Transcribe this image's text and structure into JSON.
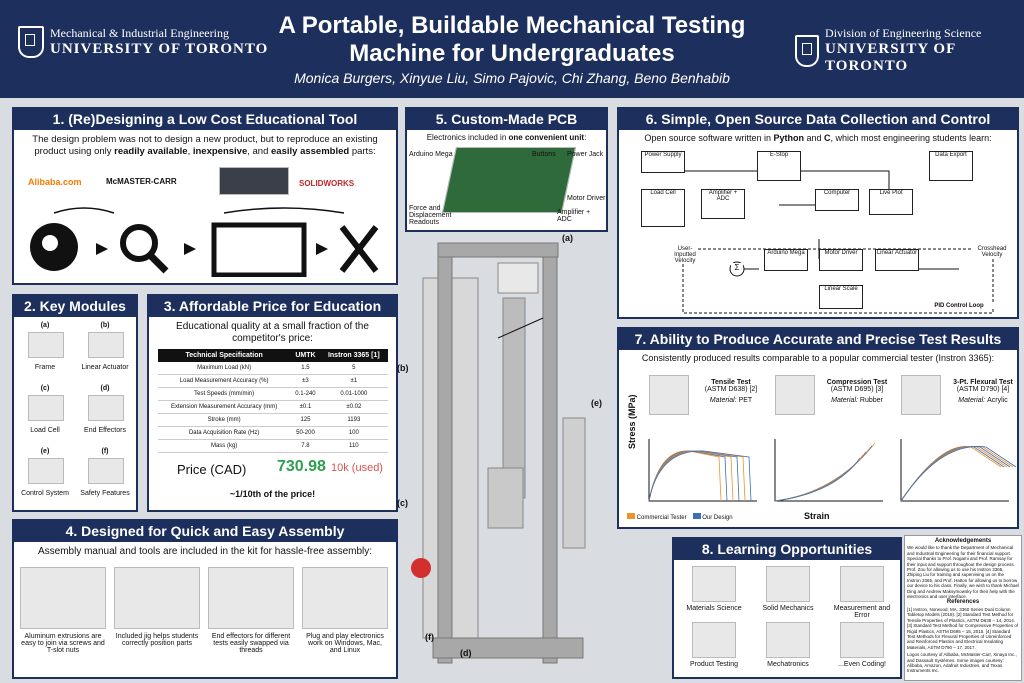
{
  "header": {
    "title_line1": "A Portable, Buildable Mechanical Testing",
    "title_line2": "Machine for Undergraduates",
    "authors": "Monica Burgers, Xinyue Liu, Simo Pajovic, Chi Zhang, Beno Benhabib",
    "left_logo_l1": "Mechanical & Industrial Engineering",
    "left_logo_l2": "UNIVERSITY OF TORONTO",
    "right_logo_l1": "Division of Engineering Science",
    "right_logo_l2": "UNIVERSITY OF TORONTO"
  },
  "s1": {
    "title": "1.  (Re)Designing a Low Cost Educational Tool",
    "text_a": "The design problem was not to design a new product, but to reproduce an existing product using only ",
    "text_b": "readily available",
    "text_c": ", ",
    "text_d": "inexpensive",
    "text_e": ", and ",
    "text_f": "easily assembled",
    "text_g": " parts:",
    "alibaba": "Alibaba.com",
    "mcmaster": "McMASTER-CARR",
    "solidworks": "SOLIDWORKS"
  },
  "s2": {
    "title": "2. Key Modules",
    "items": [
      {
        "tag": "(a)",
        "label": "Frame"
      },
      {
        "tag": "(b)",
        "label": "Linear Actuator"
      },
      {
        "tag": "(c)",
        "label": "Load Cell"
      },
      {
        "tag": "(d)",
        "label": "End Effectors"
      },
      {
        "tag": "(e)",
        "label": "Control System"
      },
      {
        "tag": "(f)",
        "label": "Safety Features"
      }
    ]
  },
  "s3": {
    "title": "3. Affordable Price for Education",
    "intro": "Educational quality at a small fraction of the competitor's price:",
    "headers": [
      "Technical Specification",
      "UMTK",
      "Instron 3365 [1]"
    ],
    "rows": [
      [
        "Maximum Load (kN)",
        "1.5",
        "5"
      ],
      [
        "Load Measurement Accuracy (%)",
        "±3",
        "±1"
      ],
      [
        "Test Speeds (mm/min)",
        "0.1-240",
        "0.01-1000"
      ],
      [
        "Extension Measurement Accuracy (mm)",
        "±0.1",
        "±0.02"
      ],
      [
        "Stroke (mm)",
        "125",
        "1193"
      ],
      [
        "Data Acquisition Rate (Hz)",
        "50-200",
        "100"
      ],
      [
        "Mass (kg)",
        "7.8",
        "110"
      ]
    ],
    "price_label": "Price (CAD)",
    "price_umtk": "730.98",
    "price_instron": "10k (used)",
    "fraction": "~1/10th of the price!"
  },
  "s4": {
    "title": "4. Designed for Quick and Easy Assembly",
    "intro": "Assembly manual and tools are included in the kit for hassle-free assembly:",
    "items": [
      "Aluminum extrusions are easy to join via screws and T-slot nuts",
      "Included jig helps students correctly position parts",
      "End effectors for different tests easily swapped via threads",
      "Plug and play electronics work on Windows, Mac, and Linux"
    ]
  },
  "s5": {
    "title": "5. Custom-Made PCB",
    "intro_a": "Electronics included in ",
    "intro_b": "one convenient unit",
    "labels": [
      "Arduino Mega",
      "Buttons",
      "Power Jack",
      "Motor Driver",
      "Force and Displacement Readouts",
      "Amplifier + ADC"
    ]
  },
  "s6": {
    "title": "6. Simple, Open Source Data Collection and Control",
    "intro_a": "Open source software written in ",
    "python": "Python",
    "intro_b": " and ",
    "c": "C",
    "intro_c": ", which most engineering students learn:",
    "boxes": [
      "Power Supply",
      "E-Stop",
      "Data Export",
      "Load Cell",
      "Amplifier + ADC",
      "Computer",
      "Live Plot",
      "Arduino Mega",
      "Motor Driver",
      "Linear Actuator",
      "Linear Scale"
    ],
    "user_input": "User-Inputted Velocity",
    "crosshead": "Crosshead Velocity",
    "pid": "PID Control Loop",
    "sigma": "Σ"
  },
  "s7": {
    "title": "7. Ability to Produce Accurate and Precise Test Results",
    "intro": "Consistently produced results comparable to a popular commercial tester (Instron 3365):",
    "tests": [
      {
        "name": "Tensile Test",
        "std": "(ASTM D638) [2]",
        "mat_label": "Material:",
        "mat": "PET"
      },
      {
        "name": "Compression Test",
        "std": "(ASTM D695) [3]",
        "mat_label": "Material:",
        "mat": "Rubber"
      },
      {
        "name": "3-Pt. Flexural Test",
        "std": "(ASTM D790) [4]",
        "mat_label": "Material:",
        "mat": "Acrylic"
      }
    ],
    "ylabel": "Stress (MPa)",
    "xlabel": "Strain",
    "legend": [
      "Commercial Tester",
      "Our Design"
    ],
    "colors": {
      "commercial": "#f0932b",
      "ours": "#3d6fb6"
    }
  },
  "s8": {
    "title": "8. Learning Opportunities",
    "items": [
      "Materials Science",
      "Solid Mechanics",
      "Measurement and Error",
      "Product Testing",
      "Mechatronics",
      "...Even Coding!"
    ]
  },
  "machine_labels": [
    "(a)",
    "(b)",
    "(c)",
    "(d)",
    "(e)",
    "(f)"
  ],
  "ack": {
    "title": "Acknowledgements",
    "text": "We would like to thank the Department of Mechanical and Industrial Engineering for their financial support. Special thanks to Prof. Nogami and Prof. Ramsay for their input and support throughout the design process. Prof. Zou for allowing us to use his Instron 3365, Zhiping Liu for training and supervising us on the Instron 3365, and Prof. Hatton for allowing us to borrow our device to his class. Finally, we wish to thank Michael Ding and Andrew Maksymowsky for their help with the electronics and user interface.",
    "refs_title": "References",
    "refs": "[1] Instron, Norwood, MA. 3360 Series Dual Column Tabletop Models (2018). [2] Standard Test Method for Tensile Properties of Plastics, ASTM D638 – 14, 2014. [3] Standard Test Method for Compressive Properties of Rigid Plastics, ASTM D695 – 15, 2015. [4] Standard Test Methods for Flexural Properties of Unreinforced and Reinforced Plastics and Electrical Insulating Materials, ASTM D790 – 17, 2017.",
    "logos": "Logos courtesy of Alibaba, McMaster-Carr, Xinaya Inc., and Dassault Systèmes. Some images courtesy: Alibaba, Amazon, Adafruit Industries, and Texas Instruments Inc."
  }
}
